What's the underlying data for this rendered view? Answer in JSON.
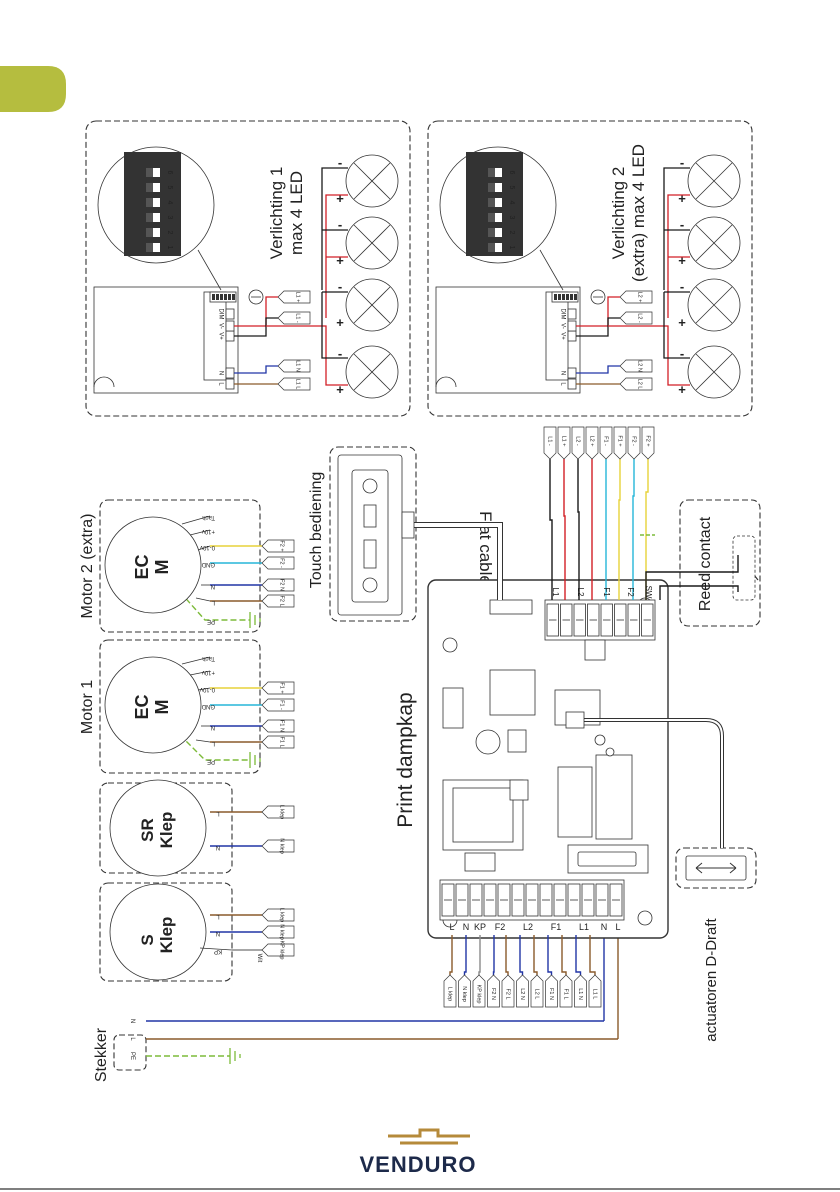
{
  "colors": {
    "accent_tab": "#b5bd3f",
    "wire_red": "#d21f26",
    "wire_blue": "#2135a6",
    "wire_brown": "#8a5a2b",
    "wire_yellow": "#e7d23a",
    "wire_cyan": "#26b6d8",
    "wire_green_yellow": "#7dbb3a",
    "wire_black": "#1a1a1a",
    "wire_gray": "#8a8a8a",
    "logo_gold": "#b58a3a",
    "logo_navy": "#1d2a4a"
  },
  "labels": {
    "stekker": "Stekker",
    "s_klep_1": "S",
    "s_klep_2": "Klep",
    "sr_klep_1": "SR",
    "sr_klep_2": "Klep",
    "motor1": "Motor 1",
    "motor2": "Motor 2 (extra)",
    "ec": "EC",
    "m": "M",
    "print": "Print dampkap",
    "touch": "Touch bediening",
    "flat": "Flat cable",
    "reed": "Reed contact",
    "actuator": "actuatoren D-Draft",
    "light1_1": "Verlichting 1",
    "light1_2": "max 4 LED",
    "light2_1": "Verlichting 2",
    "light2_2": "(extra) max 4 LED",
    "logo": "VENDURO"
  },
  "plug_pins": [
    "PE",
    "L",
    "N"
  ],
  "s_klep_terms": [
    "KP",
    "N",
    "L"
  ],
  "s_klep_tags": [
    "KP klep",
    "N klep",
    "L klep"
  ],
  "s_klep_wit": "Wit",
  "sr_klep_terms": [
    "N",
    "L"
  ],
  "sr_klep_tags": [
    "N klep",
    "L klep"
  ],
  "motor1_terms": [
    "PE",
    "L",
    "N",
    "GND",
    "0-10v",
    "+10v",
    "Tach"
  ],
  "motor1_tags": [
    "F1 L",
    "F1 N",
    "F1 -",
    "F1 +"
  ],
  "motor2_terms": [
    "PE",
    "L",
    "N",
    "GND",
    "0-10v",
    "+10v",
    "Tach"
  ],
  "motor2_tags": [
    "F2 L",
    "F2 N",
    "F2 -",
    "F2 +"
  ],
  "bottom_terms": [
    "L",
    "N",
    "KP",
    "F2",
    "L2",
    "F1",
    "L1",
    "N",
    "L"
  ],
  "bottom_tags": [
    "L klep",
    "N klep",
    "KP klep",
    "F2 N",
    "F2 L",
    "L2 N",
    "L2 L",
    "F1 N",
    "F1 L",
    "L1 N",
    "L1 L"
  ],
  "top_terms": [
    "L1",
    "L2",
    "F1",
    "F2",
    "SW"
  ],
  "top_tags": [
    "L1 -",
    "L1 +",
    "L2 -",
    "L2 +",
    "F1 -",
    "F1 +",
    "F2 -",
    "F2 +"
  ],
  "driver1_tags": [
    "L1 +",
    "L1 -",
    "L1 N",
    "L1 L"
  ],
  "driver2_tags": [
    "L2 +",
    "L2 -",
    "L2 N",
    "L2 L"
  ],
  "driver_terms": [
    "L",
    "N",
    "V+",
    "V-",
    "DIM"
  ],
  "dip_numbers": [
    "1",
    "2",
    "3",
    "4",
    "5",
    "6"
  ],
  "led_minus": "-",
  "led_plus": "+"
}
